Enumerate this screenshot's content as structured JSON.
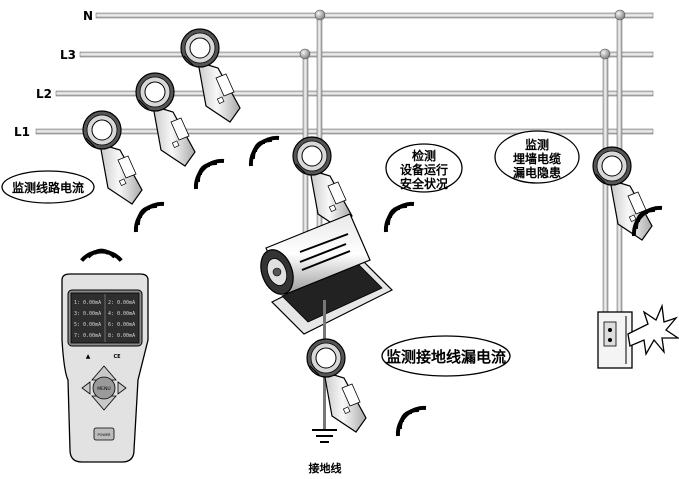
{
  "lines": {
    "n": "N",
    "l3": "L3",
    "l2": "L2",
    "l1": "L1"
  },
  "callouts": {
    "monitor_line_current": "监测线路电流",
    "check_safety_line1": "检测",
    "check_safety_line2": "设备运行",
    "check_safety_line3": "安全状况",
    "monitor_cable_line1": "监测",
    "monitor_cable_line2": "埋墙电缆",
    "monitor_cable_line3": "漏电隐患",
    "monitor_ground_leak": "监测接地线漏电流",
    "ground_wire": "接地线"
  },
  "meter": {
    "readings": [
      {
        "left": "1: 0.00mA",
        "right": "2: 0.00mA"
      },
      {
        "left": "3: 0.00mA",
        "right": "4: 0.00mA"
      },
      {
        "left": "5: 0.00mA",
        "right": "6: 0.00mA"
      },
      {
        "left": "7: 0.00mA",
        "right": "8: 0.00mA"
      }
    ],
    "marks": [
      "▲",
      "CE"
    ],
    "center_key": "MENU",
    "bottom_key": "POWER"
  },
  "icons": [
    "clamp-meter-icon",
    "wireless-signal-icon",
    "handheld-meter-icon",
    "motor-icon",
    "ground-symbol-icon",
    "socket-icon",
    "spark-icon"
  ],
  "colors": {
    "wire": "#8a8a8a",
    "ink": "#000000",
    "meter_screen": "#2e2e2e"
  }
}
